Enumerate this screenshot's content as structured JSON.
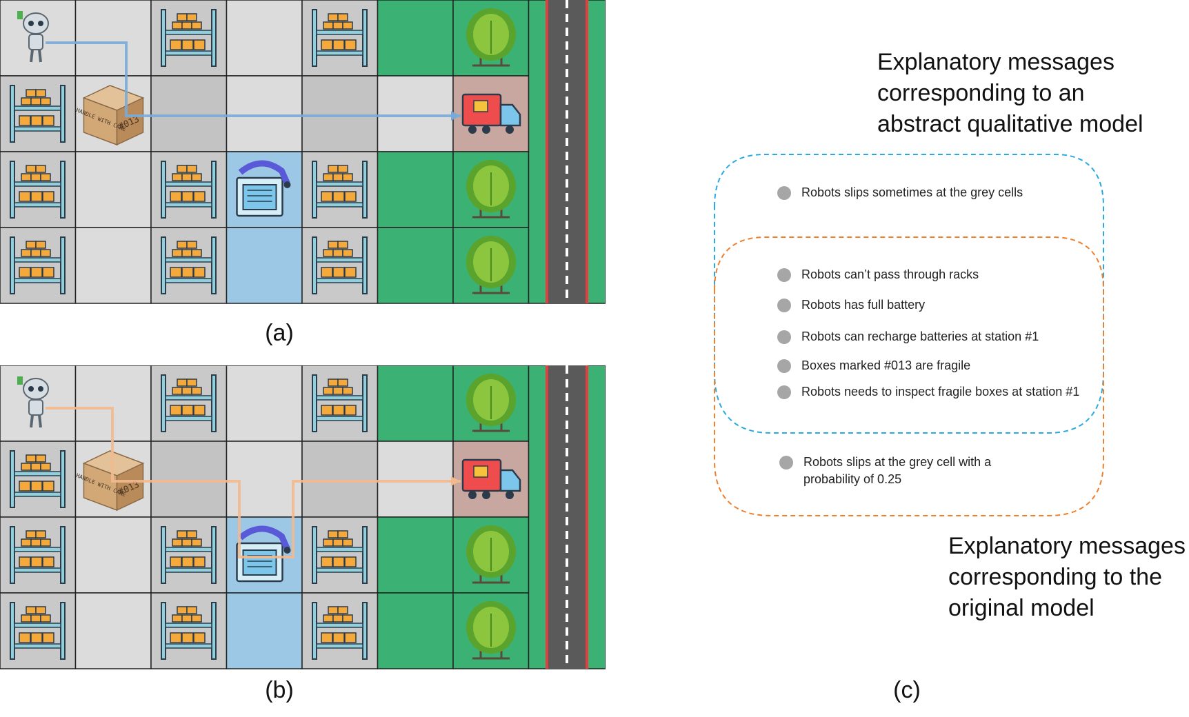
{
  "captions": {
    "a": "(a)",
    "b": "(b)",
    "c": "(c)"
  },
  "panel_c": {
    "abstract_heading": [
      "Explanatory messages",
      "corresponding to an",
      "abstract qualitative model"
    ],
    "original_heading": [
      "Explanatory messages",
      "corresponding to the",
      "original model"
    ],
    "abstract_only": [
      "Robots slips sometimes at the grey cells"
    ],
    "shared": [
      "Robots can’t pass through racks",
      "Robots has full battery",
      "Robots can recharge batteries at station #1",
      "Boxes marked #013 are fragile",
      "Robots needs to inspect fragile boxes at station #1"
    ],
    "original_only": [
      "Robots slips at the grey cell with a",
      "probability of 0.25"
    ],
    "colors": {
      "abstract_cloud": "#29a9e0",
      "original_cloud": "#ee7f2d",
      "bullet": "#a6a6a6"
    }
  },
  "grid_legend": {
    "box_label_1": "HANDLE WITH CARE",
    "box_label_2": "#013",
    "colors": {
      "rack_cell": "#c9c9c9",
      "empty_cell": "#dcdcdc",
      "grass": "#3bb273",
      "station": "#9cc8e6",
      "truck_cell": "#c9a7a1",
      "road": "#5a5a5a",
      "path_a": "#7aaad8",
      "path_b": "#f2b98e"
    }
  }
}
